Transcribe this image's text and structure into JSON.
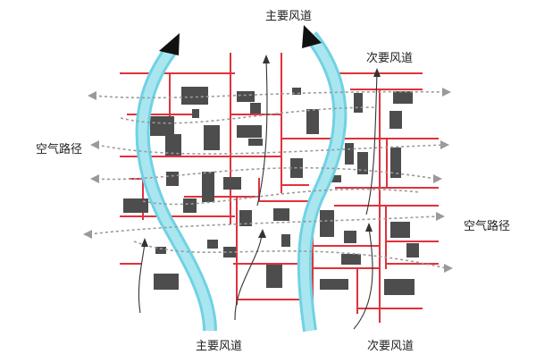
{
  "labels": {
    "main_wind_top": "主要风道",
    "secondary_wind_top": "次要风道",
    "air_path_left": "空气路径",
    "air_path_right": "空气路径",
    "main_wind_bottom": "主要风道",
    "secondary_wind_bottom": "次要风道"
  },
  "colors": {
    "road": "#e0323c",
    "building": "#4d4d4d",
    "main_corridor_fill": "#a9e6f0",
    "main_corridor_edge": "#6fd2e3",
    "air_path": "#9a9a9a",
    "secondary_arrow": "#333333",
    "main_arrow": "#111111"
  },
  "icons": {
    "main_arrow": "arrowhead-icon",
    "air_path_arrow": "dashed-arrow-icon"
  }
}
